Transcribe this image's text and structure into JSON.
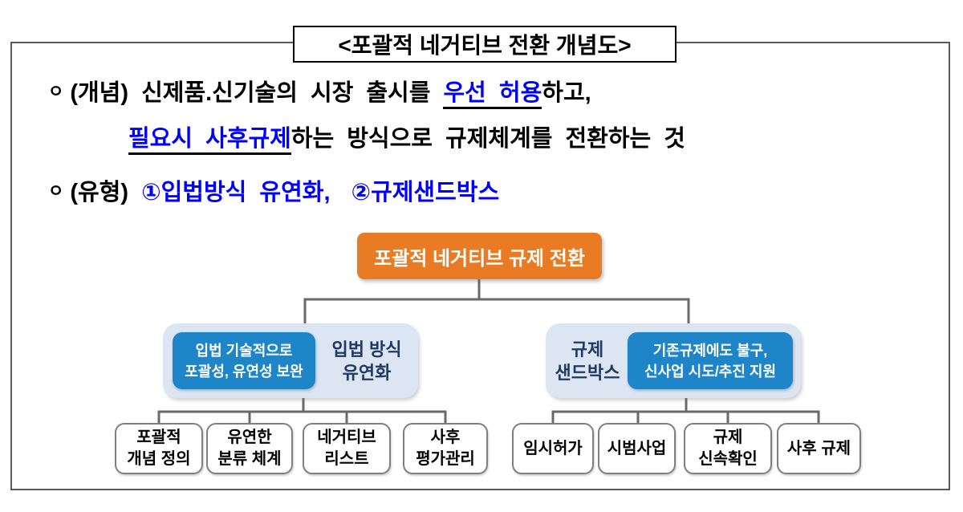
{
  "title": "<포괄적 네거티브 전환 개념도>",
  "bullets": {
    "concept": {
      "bullet": "ㅇ",
      "label": "(개념)",
      "text1": "신제품.신기술의 시장 출시를",
      "highlight1": "우선 허용",
      "text2": "하고,",
      "highlight2": "필요시 사후규제",
      "text3": "하는 방식으로 규제체계를 전환하는 것"
    },
    "type": {
      "bullet": "ㅇ",
      "label": "(유형)",
      "item1": "①입법방식 유연화,",
      "item2": "②규제샌드박스"
    }
  },
  "diagram": {
    "root": "포괄적 네거티브 규제 전환",
    "left_branch": {
      "badge": "입법 기술적으로\n포괄성, 유연성 보완",
      "label": "입법 방식\n유연화",
      "children": [
        "포괄적\n개념 정의",
        "유연한\n분류 체계",
        "네거티브\n리스트",
        "사후\n평가관리"
      ]
    },
    "right_branch": {
      "label": "규제\n샌드박스",
      "badge": "기존규제에도 불구,\n신사업 시도/추진 지원",
      "children": [
        "임시허가",
        "시범사업",
        "규제\n신속확인",
        "사후 규제"
      ]
    }
  },
  "colors": {
    "highlight_text_blue": "#0000FF",
    "root_box_orange": "#E87B23",
    "branch_container_blue": "#DCE6F3",
    "badge_box_blue": "#1E86C8",
    "branch_label_navy": "#1F3864",
    "connector_gray": "#6A6A6A",
    "frame_border_gray": "#595959"
  }
}
